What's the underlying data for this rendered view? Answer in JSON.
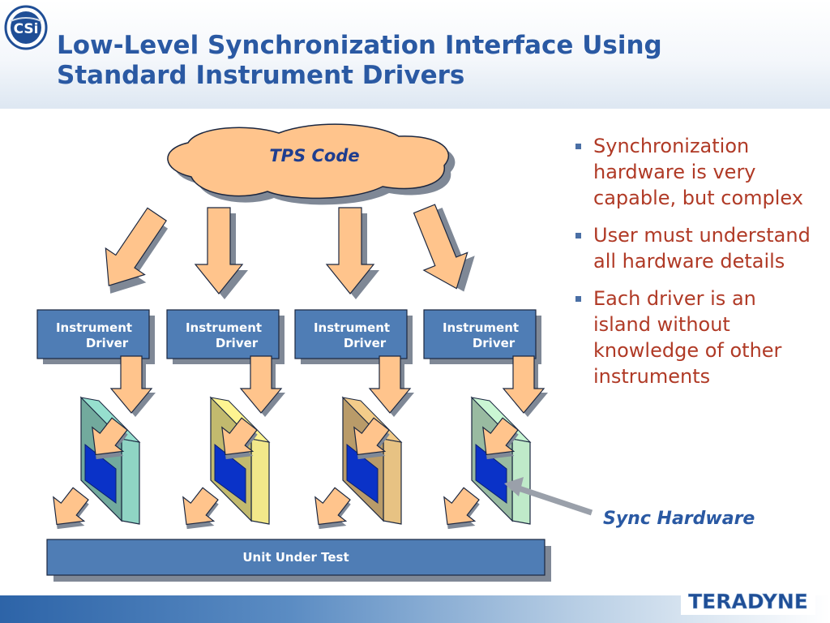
{
  "header": {
    "logo_text": "CSi",
    "title_line1": "Low-Level Synchronization Interface Using",
    "title_line2": "Standard Instrument Drivers"
  },
  "diagram": {
    "top_node": "TPS Code",
    "drivers": [
      {
        "line1": "Instrument",
        "line2": "Driver"
      },
      {
        "line1": "Instrument",
        "line2": "Driver"
      },
      {
        "line1": "Instrument",
        "line2": "Driver"
      },
      {
        "line1": "Instrument",
        "line2": "Driver"
      }
    ],
    "uut_label": "Unit Under Test",
    "sync_label": "Sync Hardware",
    "card_colors": [
      "#8fd4c4",
      "#f2e88a",
      "#e7c283",
      "#bfeac9"
    ]
  },
  "bullets": [
    "Synchronization hardware is very capable, but complex",
    "User must understand all hardware details",
    "Each driver is an island without knowledge of other instruments"
  ],
  "footer": {
    "brand": "TERADYNE"
  },
  "colors": {
    "title": "#2a59a3",
    "bullet_text": "#b03a26",
    "box_fill": "#4f7db5",
    "arrow_fill": "#ffc48c",
    "card_face": "#0a32c8"
  }
}
